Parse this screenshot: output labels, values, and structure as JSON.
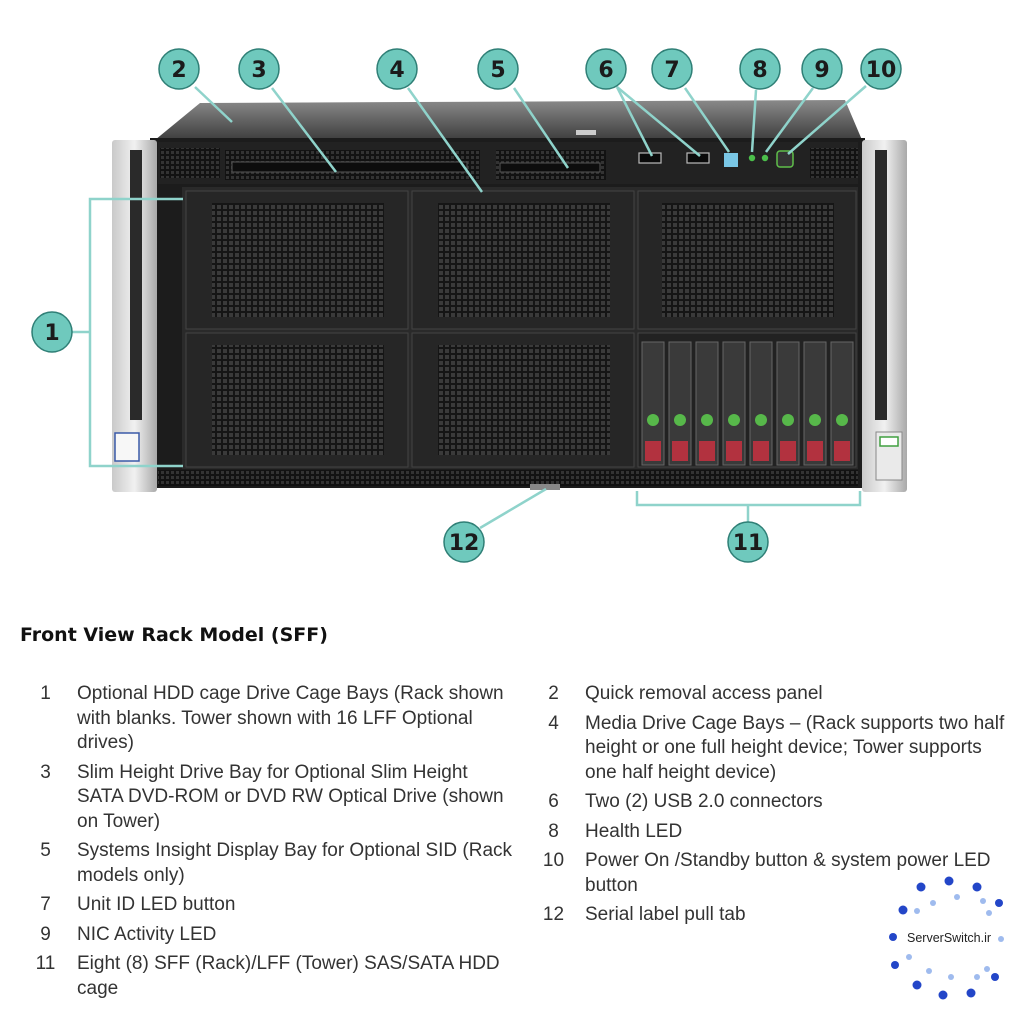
{
  "callouts": [
    "1",
    "2",
    "3",
    "4",
    "5",
    "6",
    "7",
    "8",
    "9",
    "10",
    "11",
    "12"
  ],
  "caption": "Front View Rack Model (SFF)",
  "legend_left": [
    {
      "num": "1",
      "text": "Optional HDD cage Drive Cage Bays (Rack shown with blanks. Tower shown with 16 LFF Optional drives)"
    },
    {
      "num": "3",
      "text": "Slim Height Drive Bay for Optional Slim Height SATA DVD-ROM or DVD RW Optical Drive (shown on Tower)"
    },
    {
      "num": "5",
      "text": "Systems Insight Display Bay for Optional SID (Rack models only)"
    },
    {
      "num": "7",
      "text": "Unit ID LED button"
    },
    {
      "num": "9",
      "text": "NIC Activity LED"
    },
    {
      "num": "11",
      "text": "Eight (8) SFF (Rack)/LFF (Tower) SAS/SATA HDD cage"
    }
  ],
  "legend_right": [
    {
      "num": "2",
      "text": "Quick removal access panel"
    },
    {
      "num": "4",
      "text": "Media Drive Cage Bays – (Rack supports two half height or one full height device; Tower supports one half height device)"
    },
    {
      "num": "6",
      "text": "Two (2) USB 2.0 connectors"
    },
    {
      "num": "8",
      "text": "Health LED"
    },
    {
      "num": "10",
      "text": "Power On /Standby button & system power LED button"
    },
    {
      "num": "12",
      "text": "Serial label pull tab"
    }
  ],
  "watermark": "ServerSwitch.ir",
  "colors": {
    "callout_fill": "#6fc9bd",
    "callout_stroke": "#2f7f76",
    "leader_line": "#8fd3cb",
    "chassis": "#1c1c1c",
    "drive_caddy_red": "#b2323f",
    "drive_led_green": "#57b84a",
    "logo_blue_dark": "#2346c8",
    "logo_blue_light": "#9fbbee"
  }
}
